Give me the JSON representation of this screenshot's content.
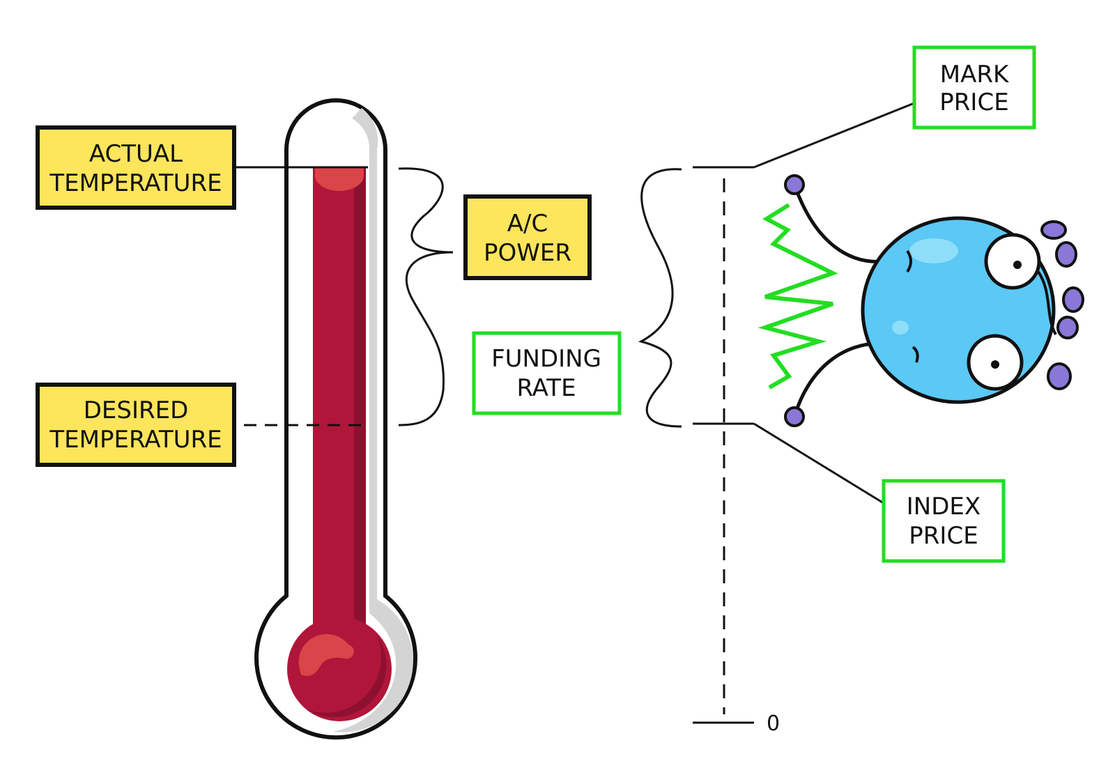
{
  "labels": {
    "actual_temperature": [
      "ACTUAL",
      "TEMPERATURE"
    ],
    "desired_temperature": [
      "DESIRED",
      "TEMPERATURE"
    ],
    "ac_power": [
      "A/C",
      "POWER"
    ],
    "funding_rate": [
      "FUNDING",
      "RATE"
    ],
    "mark_price": [
      "MARK",
      "PRICE"
    ],
    "index_price": [
      "INDEX",
      "PRICE"
    ],
    "zero": "0"
  },
  "colors": {
    "yellow_box": "#FDE55C",
    "green_border": "#22DD22",
    "mercury": "#B0163A",
    "mercury_dark": "#8E1030",
    "mercury_highlight": "#D94548",
    "tube_gray": "#D4D4D4",
    "blob_blue": "#5BC8F5",
    "blob_purple": "#8A78D8",
    "zigzag_green": "#22DD22"
  },
  "icons": {
    "thermometer": "thermometer-icon",
    "creature": "blue-blob-creature-icon"
  }
}
